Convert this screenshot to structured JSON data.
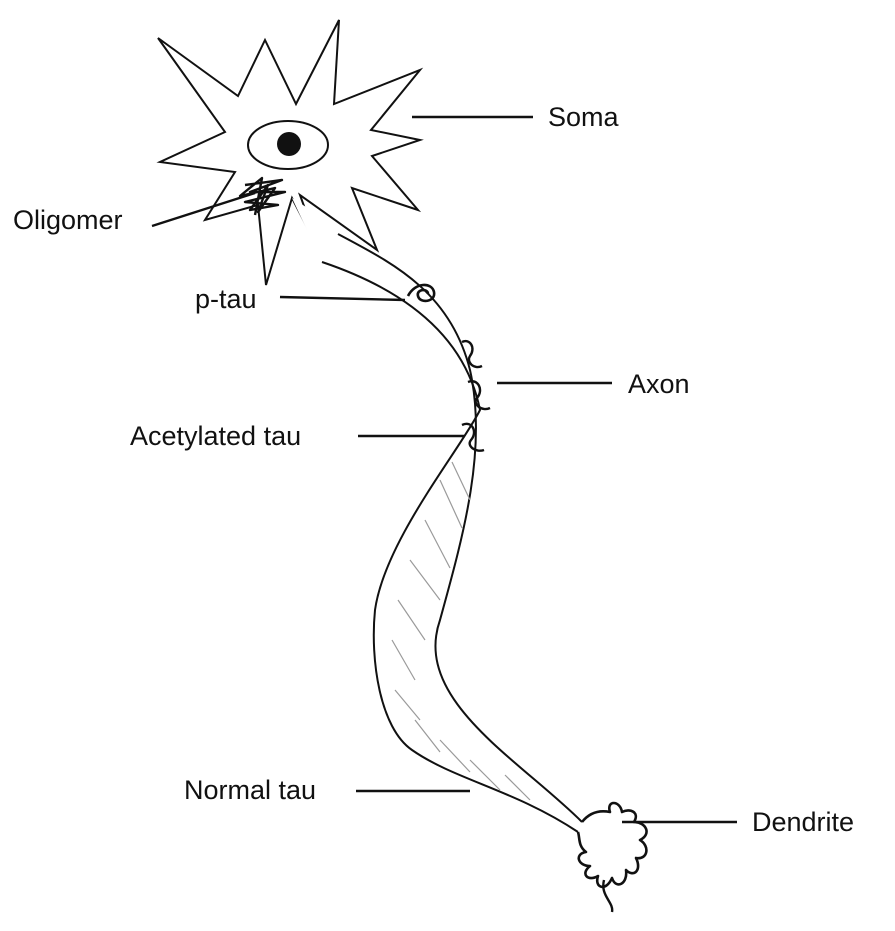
{
  "labels": {
    "soma": "Soma",
    "oligomer": "Oligomer",
    "p_tau": "p-tau",
    "axon": "Axon",
    "acetylated_tau": "Acetylated tau",
    "normal_tau": "Normal tau",
    "dendrite": "Dendrite"
  },
  "colors": {
    "stroke": "#111111",
    "hatch": "#9a9a9a",
    "text": "#111111",
    "background": "#ffffff"
  }
}
